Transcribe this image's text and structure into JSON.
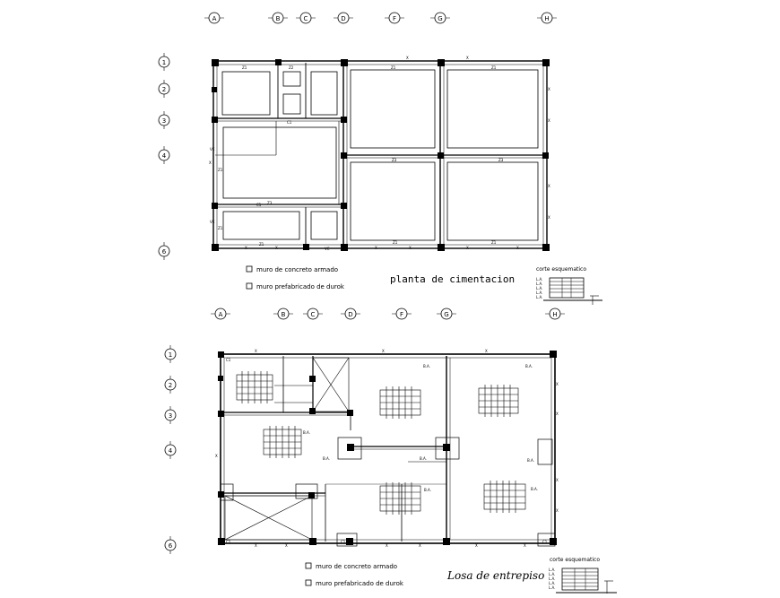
{
  "top_plan": {
    "column_axes": [
      "A",
      "B",
      "C",
      "D",
      "F",
      "G",
      "H"
    ],
    "row_axes": [
      "1",
      "2",
      "3",
      "4",
      "6"
    ],
    "legend": [
      "muro de concreto armado",
      "muro prefabricado de durok"
    ],
    "title": "planta de cimentacion",
    "section": {
      "title": "corte esquematico",
      "levels": [
        "L.A.",
        "L.A.",
        "L.A.",
        "L.A.",
        "L.A.",
        "L.A."
      ]
    }
  },
  "bottom_plan": {
    "column_axes": [
      "A",
      "B",
      "C",
      "D",
      "F",
      "G",
      "H"
    ],
    "row_axes": [
      "1",
      "2",
      "3",
      "4",
      "6"
    ],
    "legend": [
      "muro de concreto armado",
      "muro prefabricado de durok"
    ],
    "title": "Losa de entrepiso",
    "section": {
      "title": "corte esquematico",
      "levels": [
        "L.A.",
        "L.A.",
        "L.A.",
        "L.A.",
        "L.A.",
        "L.A."
      ]
    }
  },
  "marks": {
    "z1": "Z1",
    "z2": "Z2",
    "z3": "Z3",
    "c1": "C1",
    "vc": "VC",
    "x": "X",
    "ba": "B.A."
  }
}
